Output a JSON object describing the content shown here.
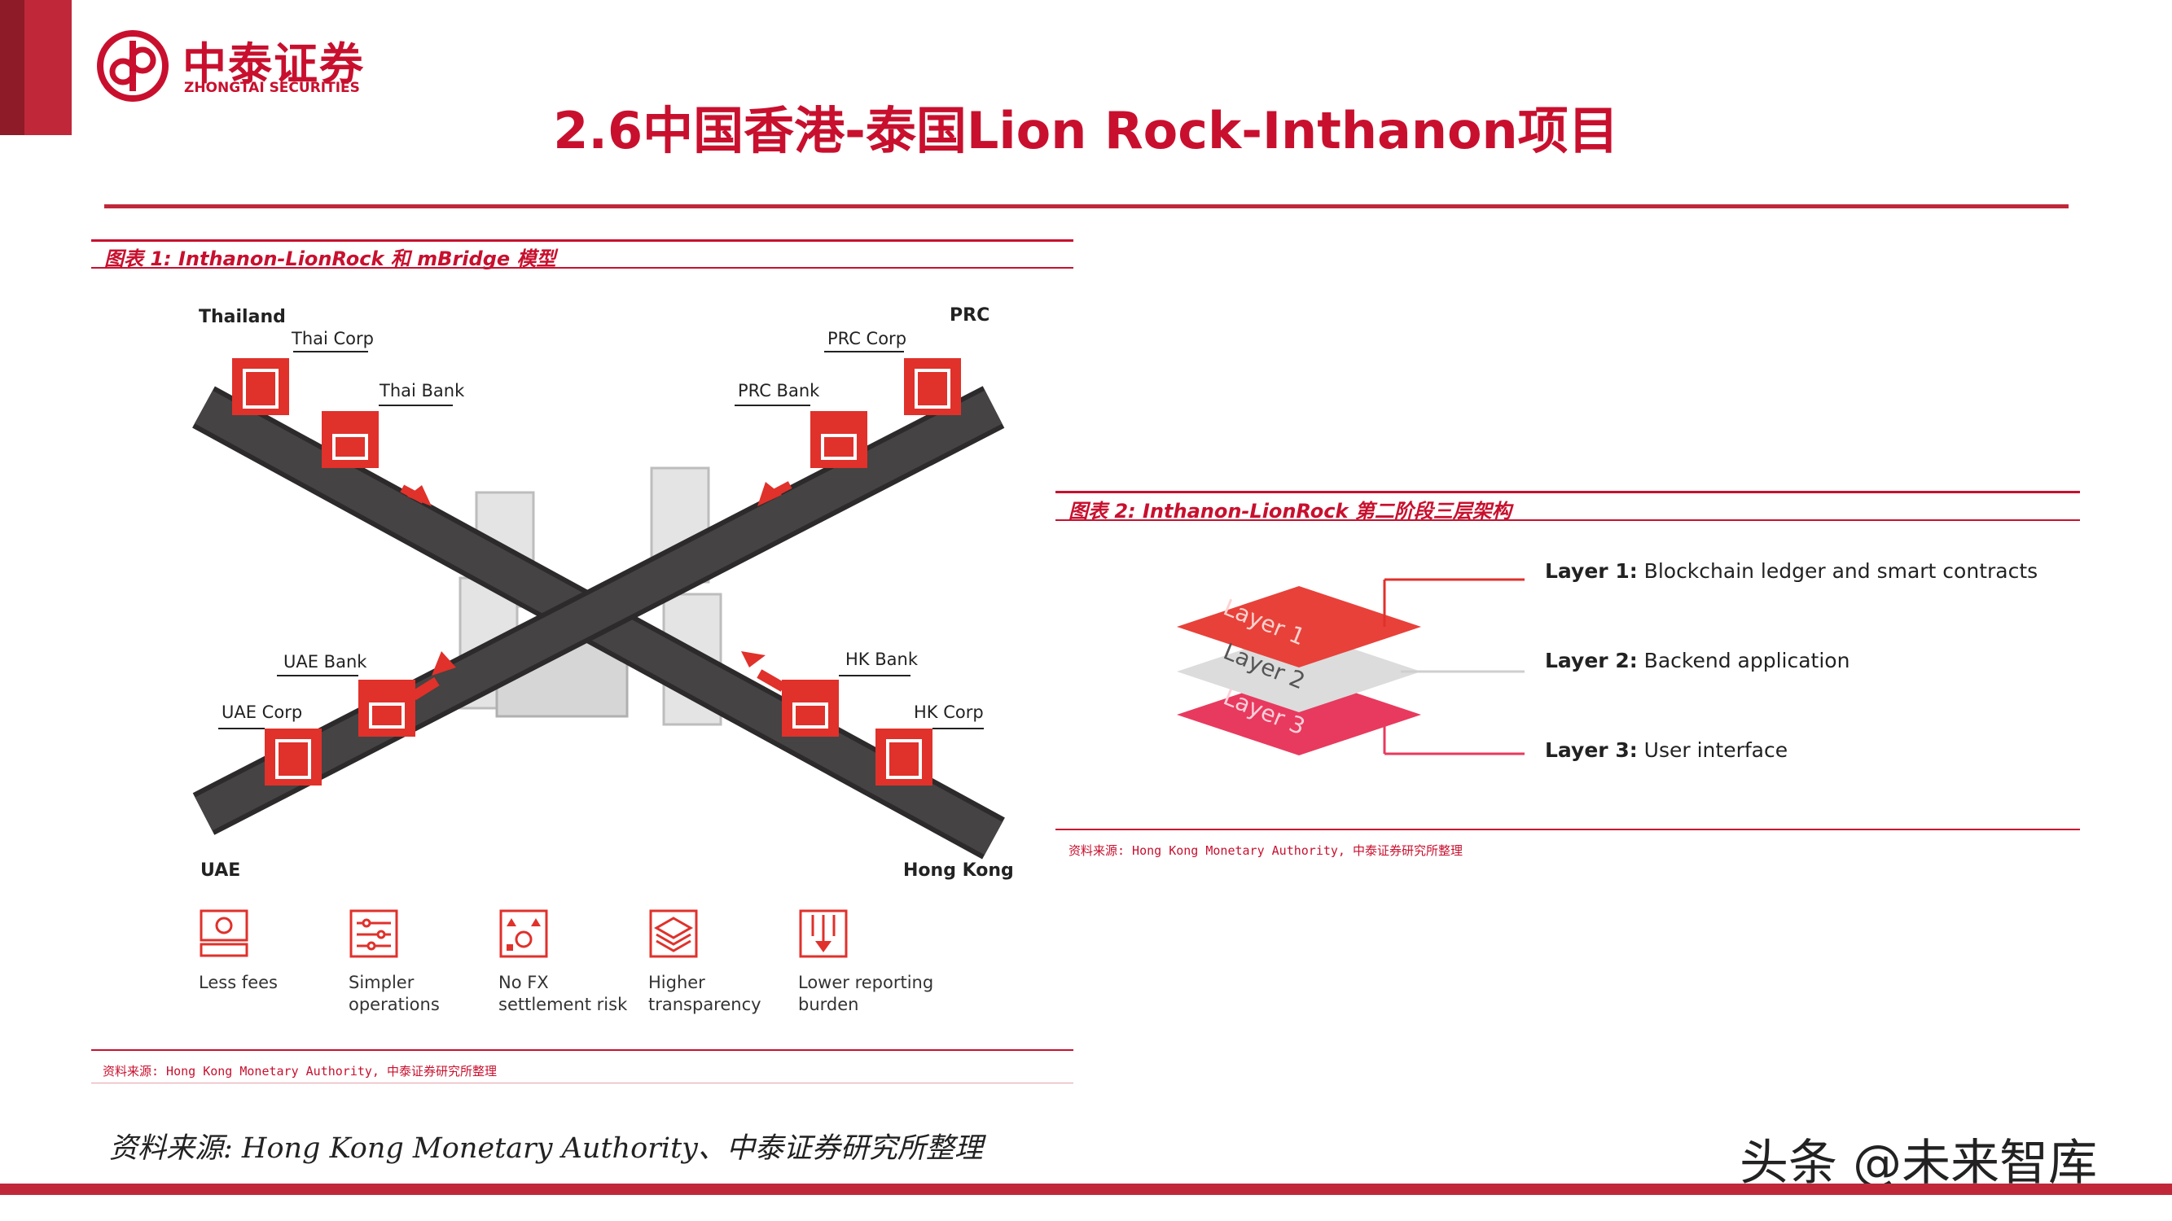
{
  "header": {
    "brand_cn": "中泰证券",
    "brand_en": "ZHONGTAI SECURITIES",
    "title": "2.6中国香港-泰国Lion Rock-Inthanon项目"
  },
  "figure1": {
    "caption": "图表 1:  Inthanon-LionRock 和 mBridge 模型",
    "regions": {
      "thailand": "Thailand",
      "prc": "PRC",
      "uae": "UAE",
      "hong_kong": "Hong Kong"
    },
    "nodes": {
      "thai_corp": "Thai Corp",
      "thai_bank": "Thai Bank",
      "prc_corp": "PRC Corp",
      "prc_bank": "PRC Bank",
      "uae_bank": "UAE Bank",
      "uae_corp": "UAE Corp",
      "hk_bank": "HK Bank",
      "hk_corp": "HK Corp"
    },
    "benefits": [
      {
        "label": "Less fees",
        "icon": "money-icon"
      },
      {
        "label": "Simpler\noperations",
        "icon": "settings-sliders-icon"
      },
      {
        "label": "No FX\nsettlement risk",
        "icon": "fx-risk-icon"
      },
      {
        "label": "Higher\ntransparency",
        "icon": "layers-icon"
      },
      {
        "label": "Lower reporting\nburden",
        "icon": "reporting-icon"
      }
    ],
    "source": "资料来源: Hong Kong Monetary Authority, 中泰证券研究所整理"
  },
  "figure2": {
    "caption": "图表 2:  Inthanon-LionRock 第二阶段三层架构",
    "layers": [
      {
        "tag": "Layer 1",
        "name": "Layer 1:",
        "desc": "Blockchain ledger and smart contracts",
        "color": "#e8413a"
      },
      {
        "tag": "Layer 2",
        "name": "Layer 2:",
        "desc": "Backend application",
        "color": "#d9d9d9"
      },
      {
        "tag": "Layer 3",
        "name": "Layer 3:",
        "desc": "User interface",
        "color": "#e83a5e"
      }
    ],
    "source": "资料来源: Hong Kong Monetary Authority, 中泰证券研究所整理"
  },
  "footer": {
    "source": "资料来源: Hong Kong Monetary Authority、中泰证券研究所整理",
    "watermark": "头条 @未来智库"
  },
  "colors": {
    "brand_red": "#c8102e",
    "icon_red": "#e0312b",
    "road": "#3c3a3a"
  }
}
